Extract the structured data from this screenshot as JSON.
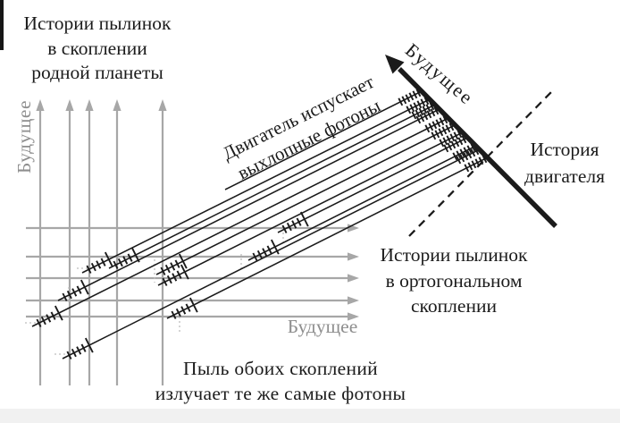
{
  "figure_type": "spacetime-diagram",
  "labels": {
    "home_cluster": [
      "Истории пылинок",
      "в скоплении",
      "родной планеты"
    ],
    "future_left": "Будущее",
    "engine_emits": [
      "Двигатель испускает",
      "выхлопные фотоны"
    ],
    "future_engine": "Будущее",
    "engine_history": [
      "История",
      "двигателя"
    ],
    "orthogonal_cluster": [
      "Истории пылинок",
      "в ортогональном",
      "скоплении"
    ],
    "future_bottom": "Будущее",
    "both_clusters": [
      "Пыль обоих скоплений",
      "излучает те же самые фотоны"
    ]
  },
  "icons": {
    "up_arrows": "worldline-future-up-arrow",
    "right_arrows": "worldline-future-right-arrow",
    "engine_arrow": "engine-worldline-arrow",
    "dashed_line": "simultaneity-dashed-line",
    "hatches": "photon-wave-packet-ticks"
  },
  "colors": {
    "ink": "#1b1b1b",
    "grid": "#a7a7a7",
    "gray_text": "#8e8e8e",
    "dotted_helper": "#bdbdbd",
    "background": "#ffffff"
  }
}
